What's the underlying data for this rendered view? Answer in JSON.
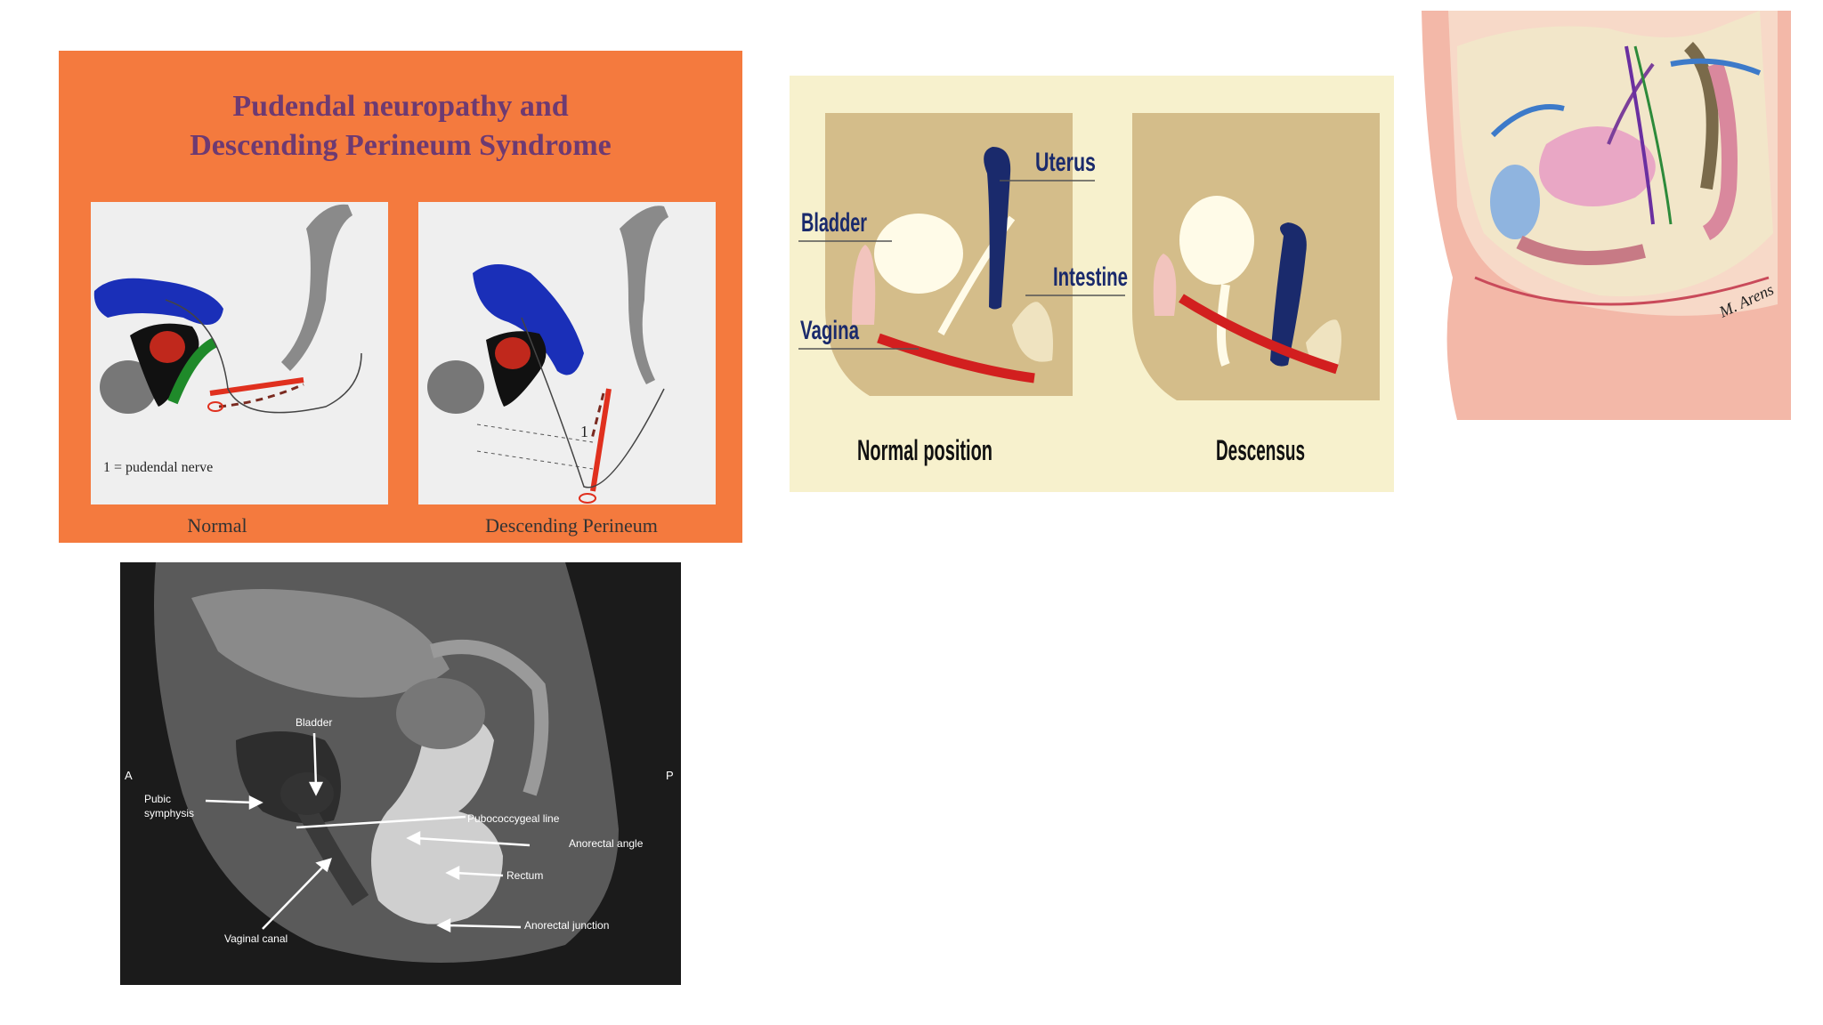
{
  "pudendal": {
    "title_line1": "Pudendal neuropathy and",
    "title_line2": "Descending Perineum Syndrome",
    "nerve_note": "1 = pudendal nerve",
    "marker_1": "1",
    "label_normal": "Normal",
    "label_descending": "Descending Perineum",
    "colors": {
      "background": "#f47a3e",
      "bladder": "#1a2fb8",
      "nerve": "#e0301e"
    }
  },
  "descensus": {
    "uterus": "Uterus",
    "bladder": "Bladder",
    "intestine": "Intestine",
    "vagina": "Vagina",
    "normal_position": "Normal position",
    "descensus": "Descensus",
    "colors": {
      "background": "#f7f1cd",
      "uterus": "#1a2a6c",
      "line": "#d21f1f"
    }
  },
  "illustration": {
    "signature": "M. Arens"
  },
  "mri": {
    "anterior": "A",
    "posterior": "P",
    "bladder": "Bladder",
    "pubic_line1": "Pubic",
    "pubic_line2": "symphysis",
    "pubococcygeal": "Pubococcygeal line",
    "anorectal_angle": "Anorectal angle",
    "rectum": "Rectum",
    "vaginal_canal": "Vaginal canal",
    "anorectal_junction": "Anorectal junction"
  }
}
